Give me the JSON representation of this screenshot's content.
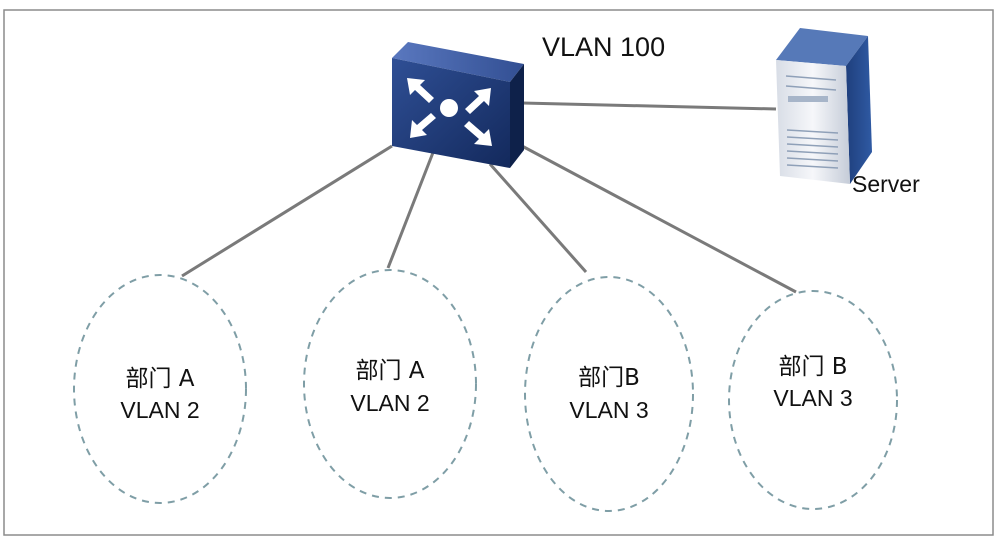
{
  "diagram": {
    "switch": {
      "label": "VLAN 100",
      "icon": "layer3-switch-icon"
    },
    "server": {
      "label": "Server",
      "icon": "server-icon"
    },
    "groups": [
      {
        "department": "部门 A",
        "vlan": "VLAN 2"
      },
      {
        "department": "部门 A",
        "vlan": "VLAN 2"
      },
      {
        "department": "部门B",
        "vlan": "VLAN 3"
      },
      {
        "department": "部门 B",
        "vlan": "VLAN 3"
      }
    ]
  },
  "colors": {
    "switch_face": "#1c3a78",
    "switch_side": "#0e214a",
    "switch_top": "#3b5ca6",
    "server_body": "#2b4f8e",
    "link": "#7a7a7a",
    "ellipse_stroke": "#7f9ea6",
    "frame": "#888888"
  }
}
